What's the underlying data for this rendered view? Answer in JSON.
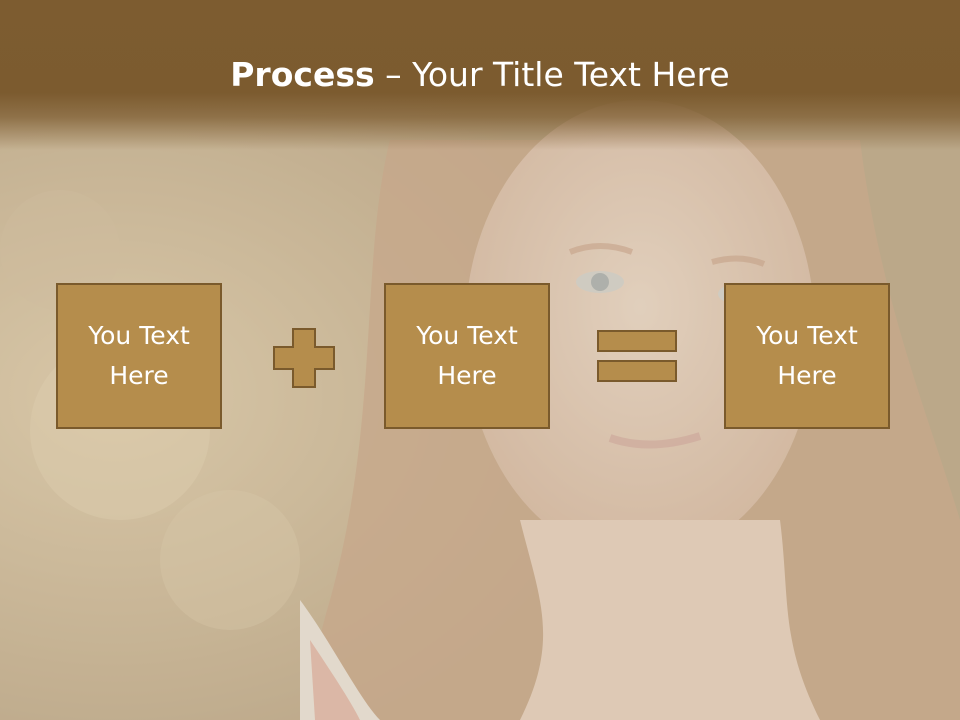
{
  "slide": {
    "title_bold": "Process",
    "title_rest": " – Your Title Text Here",
    "boxes": [
      {
        "label": "You Text\nHere"
      },
      {
        "label": "You Text\nHere"
      },
      {
        "label": "You Text\nHere"
      }
    ],
    "operators": {
      "first": "plus-icon",
      "second": "equals-icon"
    },
    "colors": {
      "title_band": "#7c5b2f",
      "box_fill": "#b58d4c",
      "box_border": "#7a5a2c",
      "text": "#ffffff"
    }
  }
}
